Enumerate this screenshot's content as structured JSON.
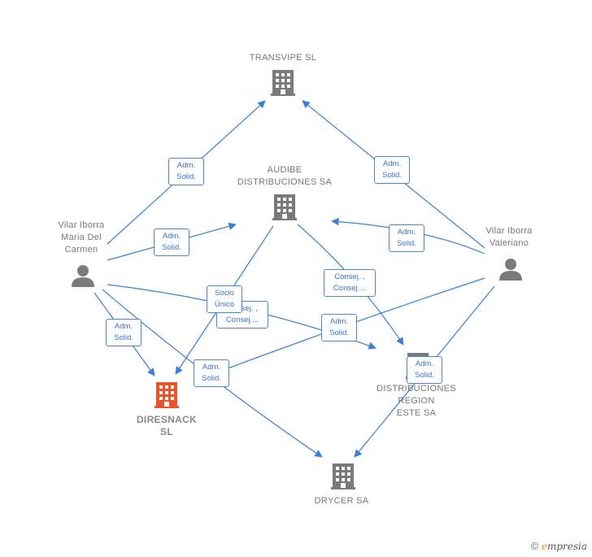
{
  "nodes": {
    "transvipe": {
      "label": "TRANSVIPE  SL",
      "type": "company",
      "icon": "building-icon"
    },
    "audibe": {
      "label": "AUDIBE\nDISTRIBUCIONES SA",
      "type": "company",
      "icon": "building-icon"
    },
    "diresnack": {
      "label": "DIRESNACK\nSL",
      "type": "company",
      "icon": "building-icon",
      "color": "#e8542e"
    },
    "drycer": {
      "label": "DRYCER SA",
      "type": "company",
      "icon": "building-icon"
    },
    "distribuciones": {
      "label": "DISTRIBUCIONES\nREGION\nESTE SA",
      "type": "company",
      "icon": "building-icon"
    },
    "maria": {
      "label": "Vilar Iborra\nMaria Del\nCarmen",
      "type": "person",
      "icon": "person-icon"
    },
    "valeriano": {
      "label": "Vilar Iborra\nValeriano",
      "type": "person",
      "icon": "person-icon"
    }
  },
  "edges": [
    {
      "id": "e1",
      "label": "Adm.\nSolid."
    },
    {
      "id": "e2",
      "label": "Adm.\nSolid."
    },
    {
      "id": "e3",
      "label": "Adm.\nSolid."
    },
    {
      "id": "e4",
      "label": "Adm.\nSolid."
    },
    {
      "id": "e5",
      "label": "Socio\nÚnico"
    },
    {
      "id": "e6",
      "label": "Consej. ,\nConsej...."
    },
    {
      "id": "e7",
      "label": "Consej. ,\nConsej...."
    },
    {
      "id": "e8",
      "label": "Adm.\nSolid."
    },
    {
      "id": "e9",
      "label": "Adm.\nSolid."
    },
    {
      "id": "e10",
      "label": "Adm.\nSolid."
    },
    {
      "id": "e11",
      "label": "Adm.\nSolid."
    }
  ],
  "colors": {
    "edge": "#3a7fd8",
    "node": "#7a7a7a",
    "highlight": "#e8542e"
  },
  "footer": {
    "copyright_symbol": "©",
    "brand_first": "e",
    "brand_rest": "mpresia"
  }
}
